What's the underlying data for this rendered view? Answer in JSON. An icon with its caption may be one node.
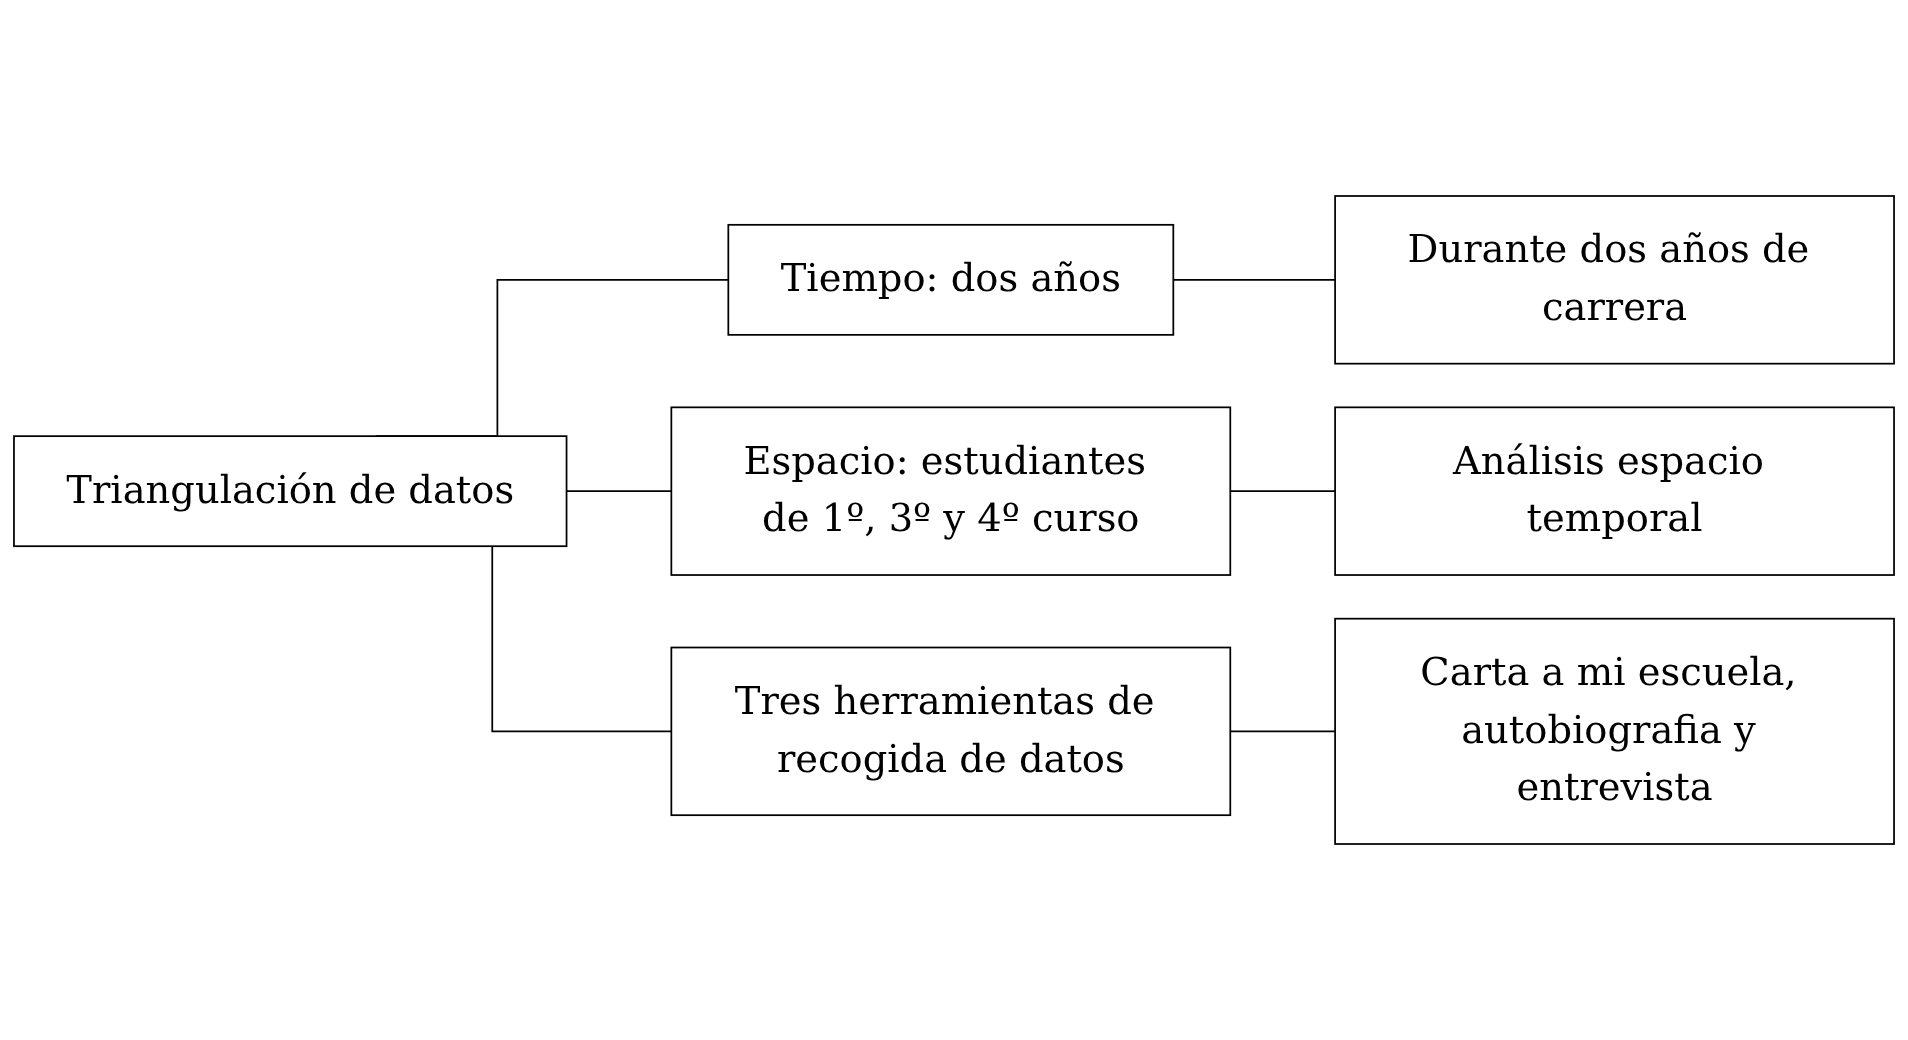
{
  "diagram": {
    "nodes": [
      {
        "text": [
          "Triangulación de datos"
        ]
      },
      {
        "text": [
          "Tiempo: dos años"
        ]
      },
      {
        "text": [
          "Espacio: estudiantes de 1º, 3º y 4º curso"
        ]
      },
      {
        "text": [
          "Tres herramientas de recogida de datos"
        ]
      },
      {
        "text": [
          "Durante dos años de carrera"
        ]
      },
      {
        "text": [
          "Análisis espacio temporal"
        ]
      },
      {
        "text": [
          "Carta a mi escuela, autobiografia y entrevista"
        ]
      }
    ],
    "edges": [
      {
        "from": 0,
        "to": 1,
        "arrow": "none"
      },
      {
        "from": 0,
        "to": 2,
        "arrow": "none"
      },
      {
        "from": 0,
        "to": 3,
        "arrow": "none"
      },
      {
        "from": 1,
        "to": 4,
        "arrow": "none"
      },
      {
        "from": 2,
        "to": 5,
        "arrow": "none"
      },
      {
        "from": 3,
        "to": 6,
        "arrow": "none"
      }
    ]
  }
}
